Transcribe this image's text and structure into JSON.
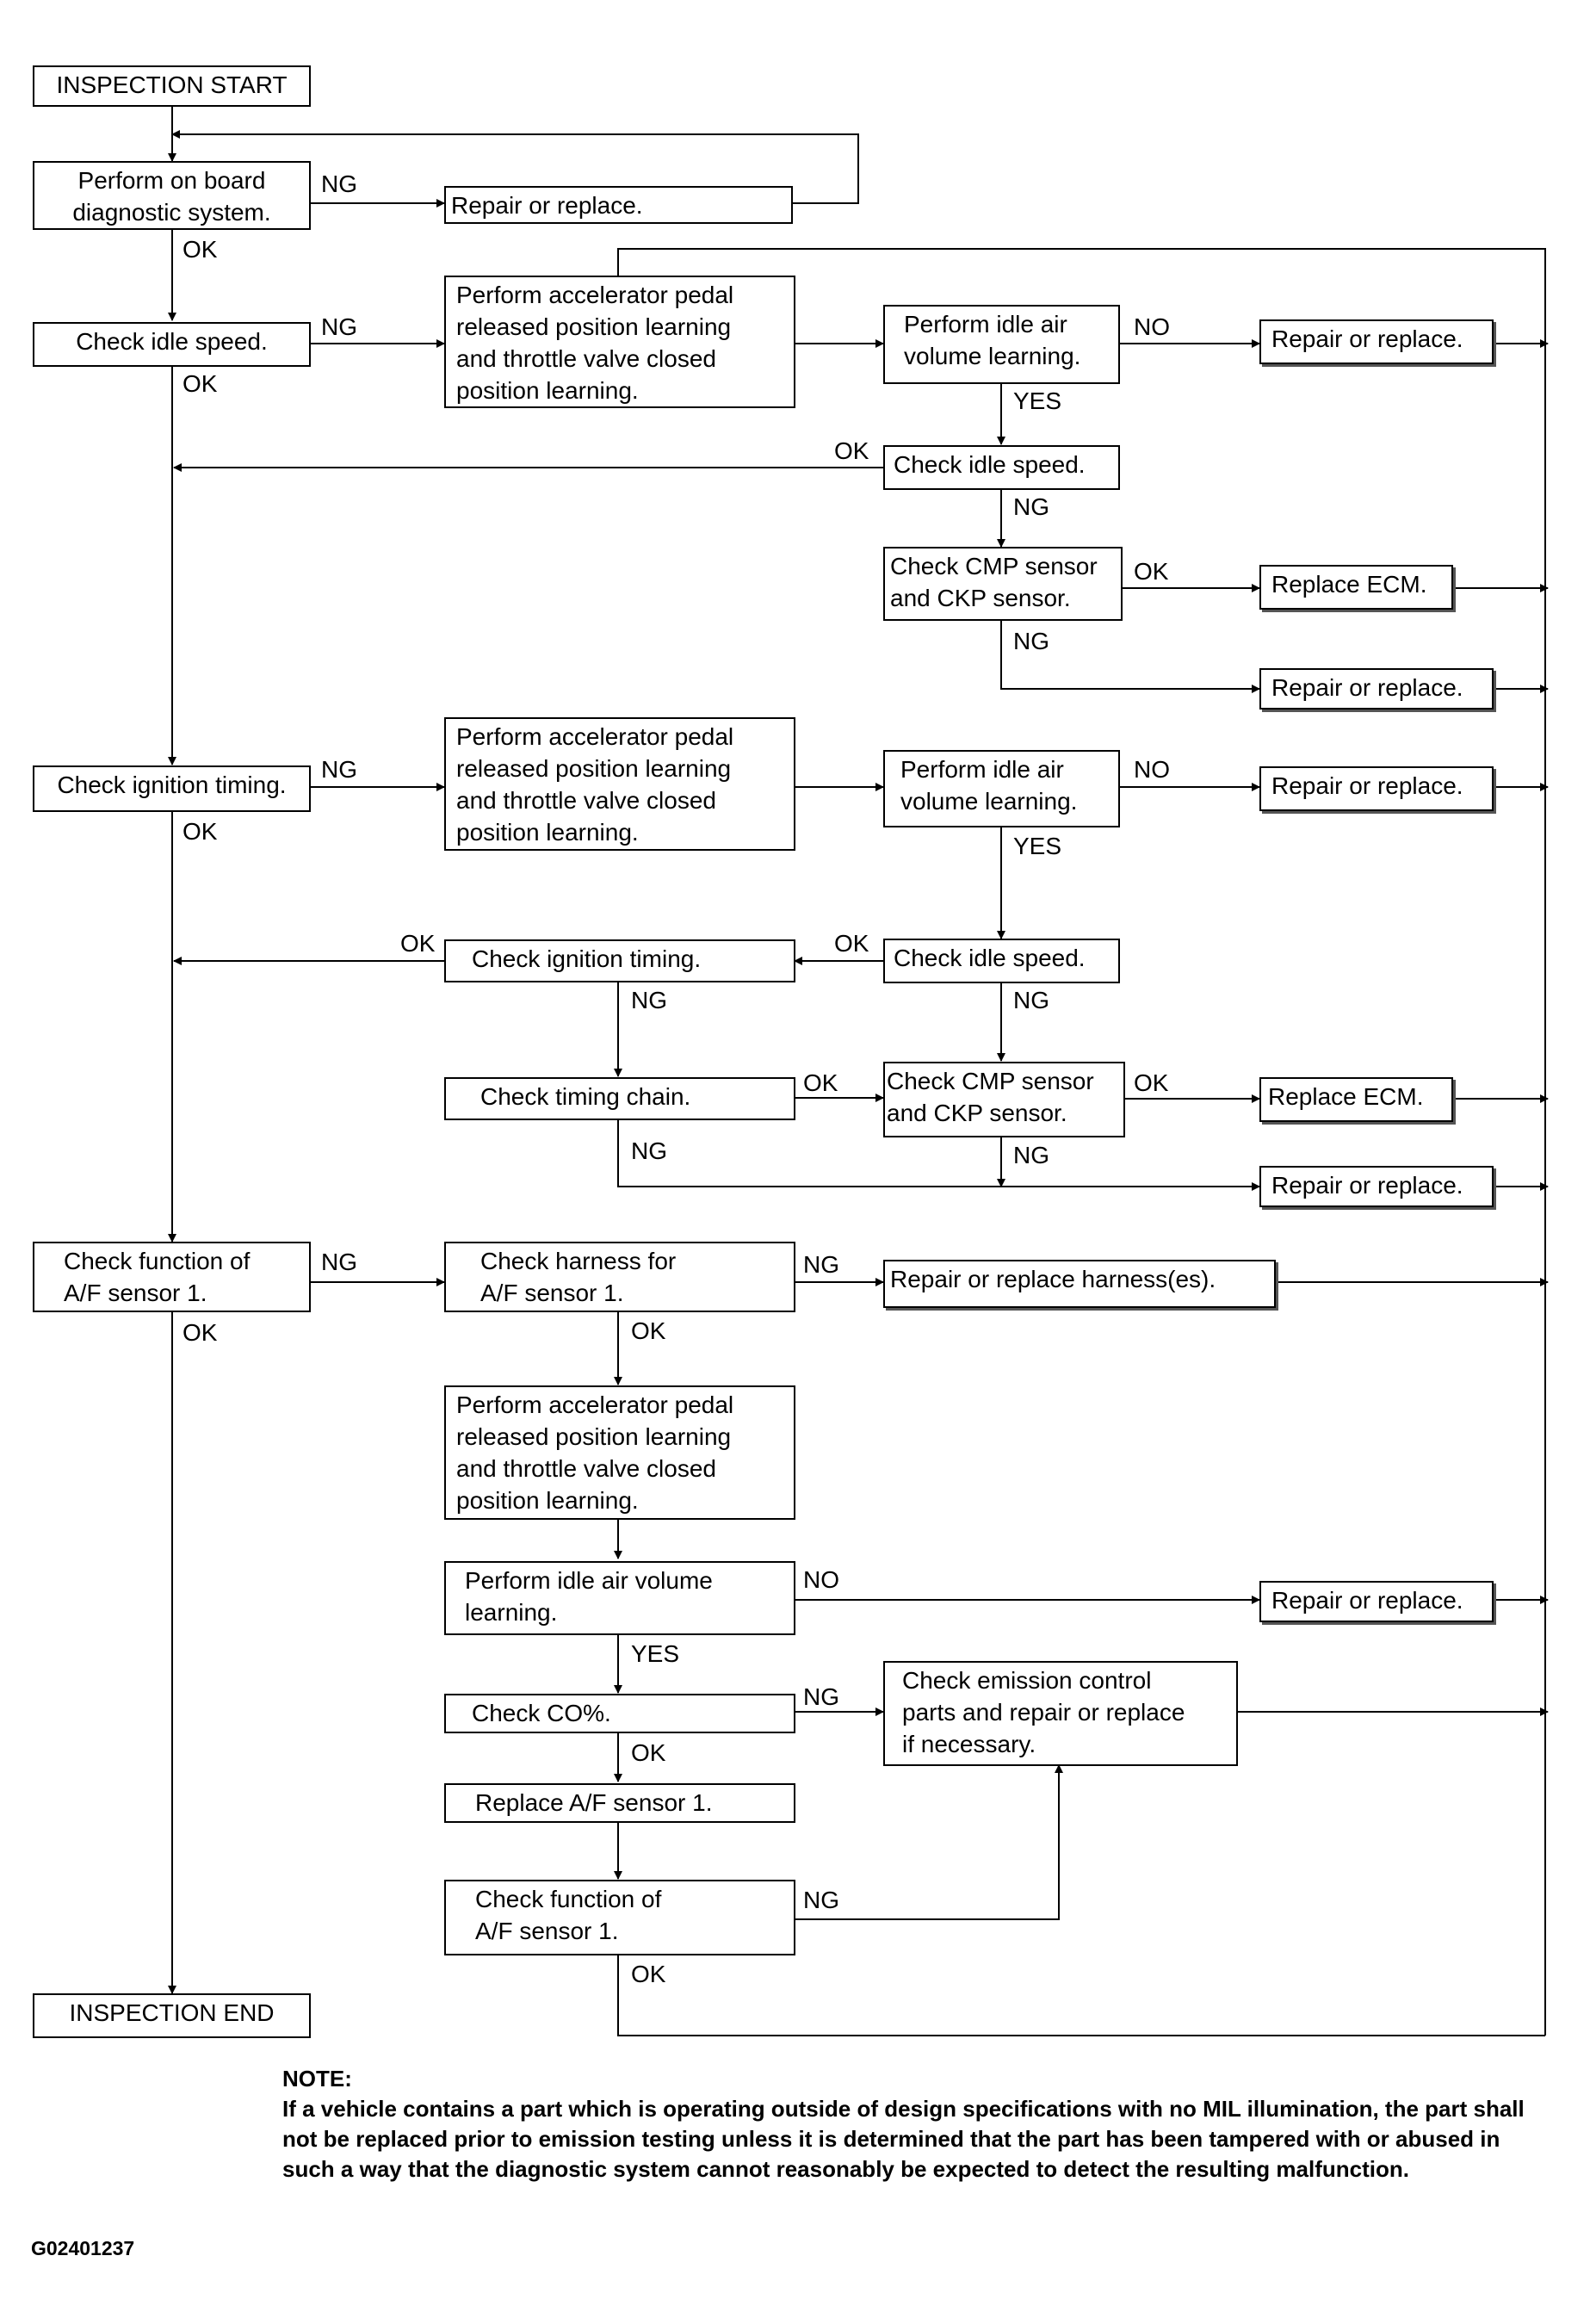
{
  "flowchart": {
    "boxes": {
      "inspection_start": "INSPECTION START",
      "obd": "Perform on board\ndiagnostic system.",
      "repair1": "Repair or replace.",
      "check_idle_1": "Check idle speed.",
      "accel_1": "Perform accelerator pedal\nreleased position learning\nand throttle valve closed\nposition learning.",
      "idle_air_1": "Perform idle air\nvolume learning.",
      "repair2": "Repair or replace.",
      "check_idle_2": "Check idle speed.",
      "cmp_ckp_1": "Check CMP sensor\nand CKP sensor.",
      "replace_ecm_1": "Replace ECM.",
      "repair3": "Repair or replace.",
      "check_ign_1": "Check ignition timing.",
      "accel_2": "Perform accelerator pedal\nreleased position learning\nand throttle valve closed\nposition learning.",
      "idle_air_2": "Perform idle air\nvolume learning.",
      "repair4": "Repair or replace.",
      "check_ign_2": "Check ignition timing.",
      "check_idle_3": "Check idle speed.",
      "timing_chain": "Check timing chain.",
      "cmp_ckp_2": "Check CMP sensor\nand CKP sensor.",
      "replace_ecm_2": "Replace ECM.",
      "repair5": "Repair or replace.",
      "af_func_1": "Check function of\nA/F sensor 1.",
      "harness": "Check harness for\nA/F sensor 1.",
      "repair_harness": "Repair or replace harness(es).",
      "accel_3": "Perform accelerator pedal\nreleased position learning\nand throttle valve closed\nposition learning.",
      "idle_air_3": "Perform idle air volume\nlearning.",
      "repair6": "Repair or replace.",
      "check_co": "Check CO%.",
      "emission": "Check emission control\nparts and repair or replace\nif necessary.",
      "replace_af": "Replace A/F sensor 1.",
      "af_func_2": "Check function of\nA/F sensor 1.",
      "inspection_end": "INSPECTION END"
    },
    "labels": {
      "ok": "OK",
      "ng": "NG",
      "yes": "YES",
      "no": "NO"
    }
  },
  "note": {
    "title": "NOTE:",
    "body": "If a vehicle contains a part which is operating outside of design specifications with no MIL illumination, the part shall not be replaced prior to emission testing unless it is determined that the part has been tampered with or abused in such a way that the diagnostic system cannot reasonably be expected to detect the resulting malfunction."
  },
  "figure_id": "G02401237"
}
